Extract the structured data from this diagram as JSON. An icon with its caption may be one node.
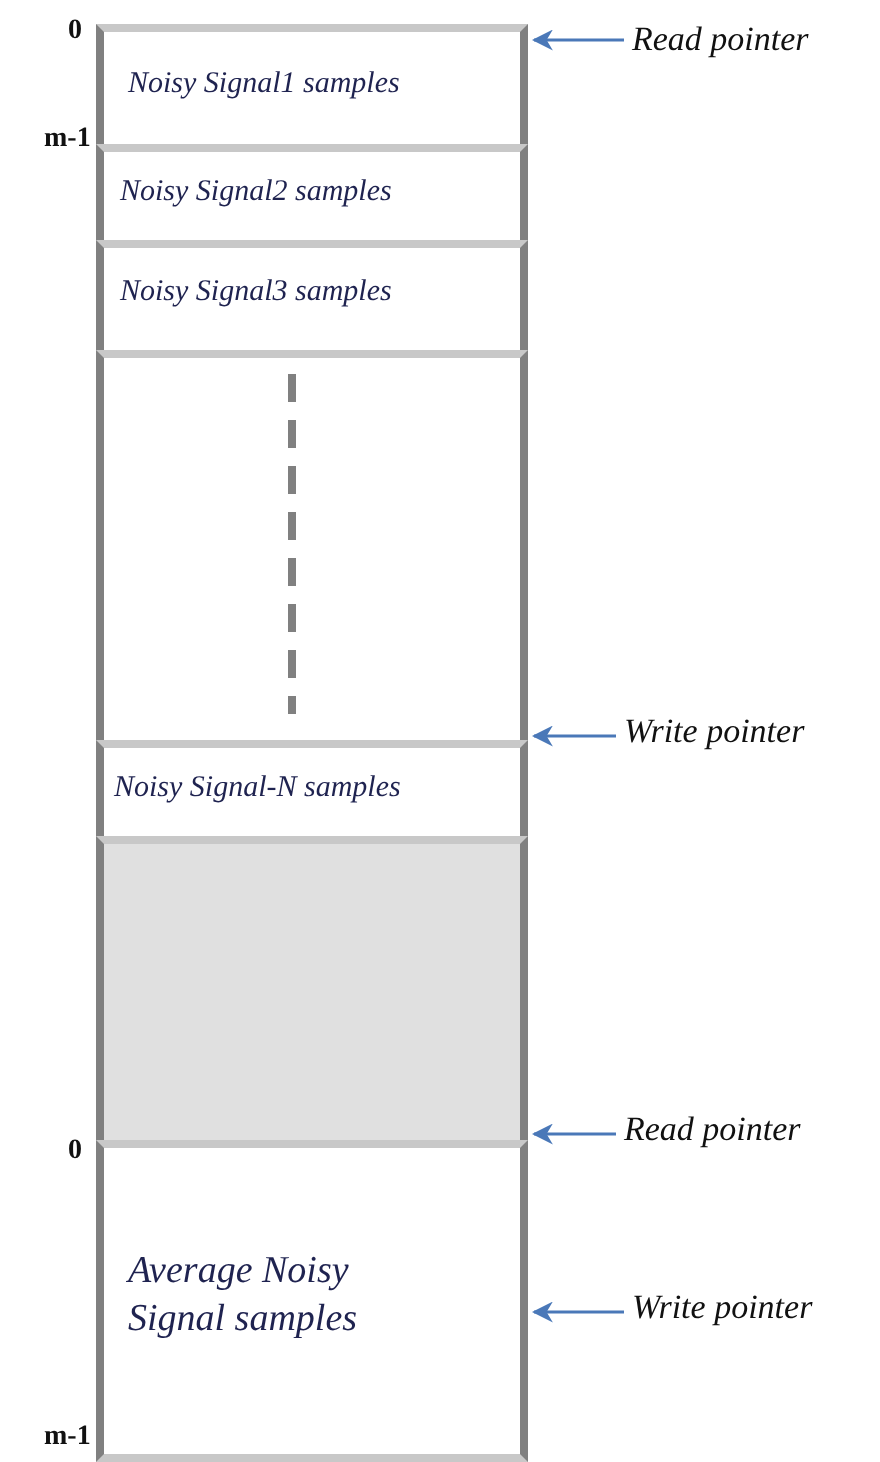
{
  "diagram": {
    "nodes": [
      {
        "text": [
          "Noisy Signal1 samples"
        ]
      },
      {
        "text": [
          "Noisy Signal2 samples"
        ]
      },
      {
        "text": [
          "Noisy Signal3 samples"
        ]
      },
      {
        "text": [],
        "shape": "box"
      },
      {
        "text": [
          "Noisy Signal-N samples"
        ]
      },
      {
        "text": [],
        "shape": "box"
      },
      {
        "text": [
          "Average Noisy Signal samples"
        ]
      },
      {
        "text": [
          "Read pointer"
        ]
      },
      {
        "text": [
          "Write pointer"
        ]
      },
      {
        "text": [
          "Read pointer"
        ]
      },
      {
        "text": [
          "Write pointer"
        ]
      }
    ],
    "edges": [
      {
        "from": 7,
        "to": 0,
        "arrow": "to"
      },
      {
        "from": 8,
        "to": 4,
        "arrow": "to"
      },
      {
        "from": 9,
        "to": 6,
        "arrow": "to"
      },
      {
        "from": 10,
        "to": 6,
        "arrow": "to"
      }
    ],
    "labels": [
      "0",
      "m-1",
      "0",
      "m-1"
    ]
  }
}
